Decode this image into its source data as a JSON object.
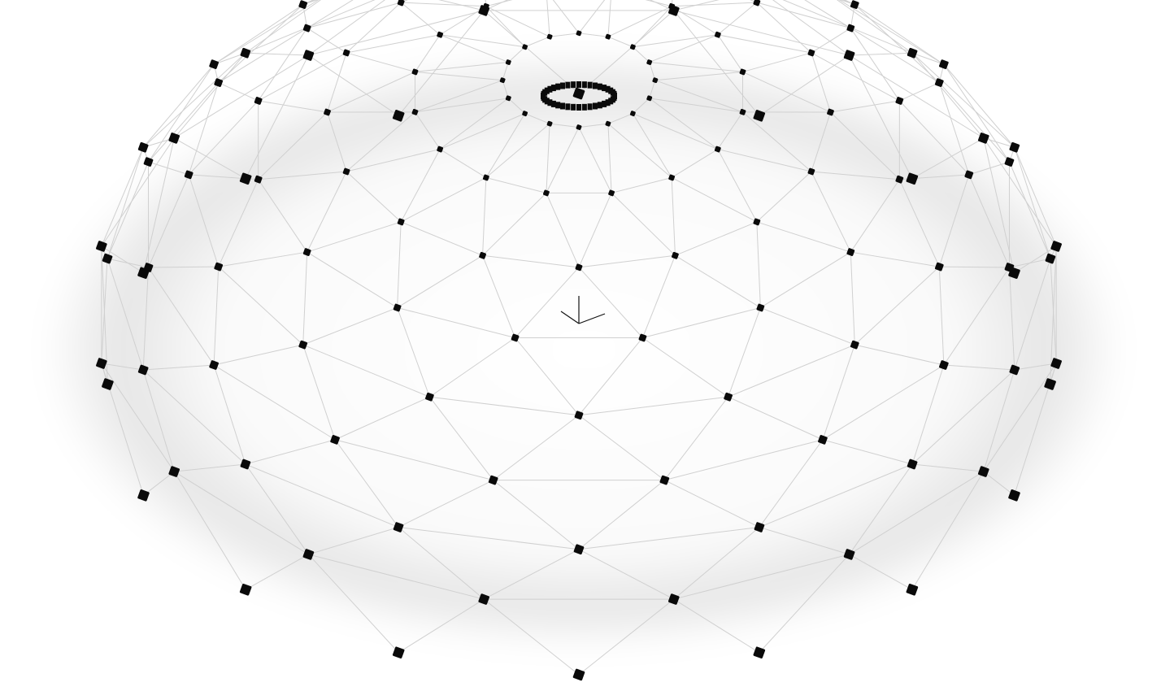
{
  "scene": {
    "type": "geodesic-dome-wireframe",
    "view": "perspective",
    "background_color": "#ffffff",
    "edge_color": "#d0d0d0",
    "node_color": "#0a0a0a",
    "shadow_color": "#000000",
    "ring_segments": 16,
    "ring_count": 9,
    "outer_open_rings": 1,
    "has_ground_shadow": true,
    "has_axis_gizmo": true,
    "gizmo_color": "#111111"
  }
}
